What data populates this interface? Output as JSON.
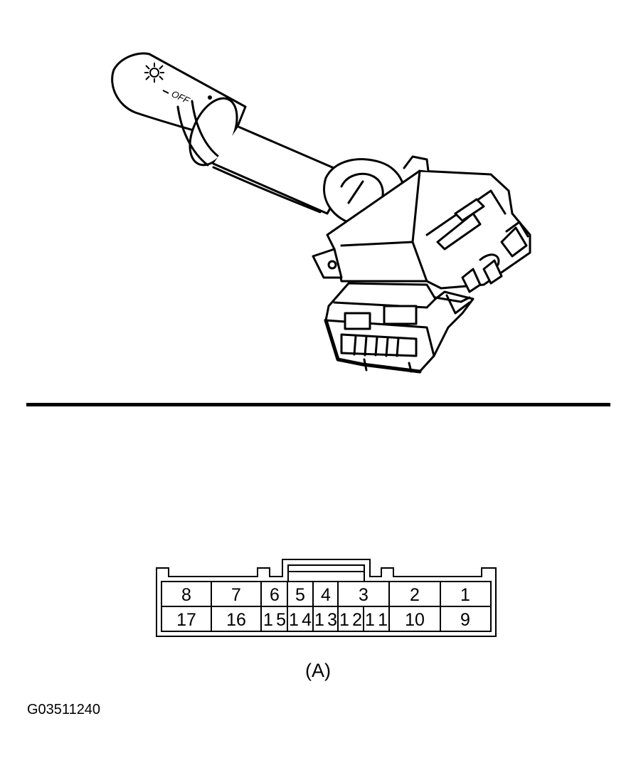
{
  "switch": {
    "off_marking": "OFF"
  },
  "connector": {
    "top_row": [
      "8",
      "7",
      "6",
      "5",
      "4",
      "3",
      "2",
      "1"
    ],
    "bottom_row": [
      "17",
      "16",
      "15",
      "14",
      "13",
      "12",
      "11",
      "10",
      "9"
    ]
  },
  "caption": "(A)",
  "figure_code": "G03511240"
}
